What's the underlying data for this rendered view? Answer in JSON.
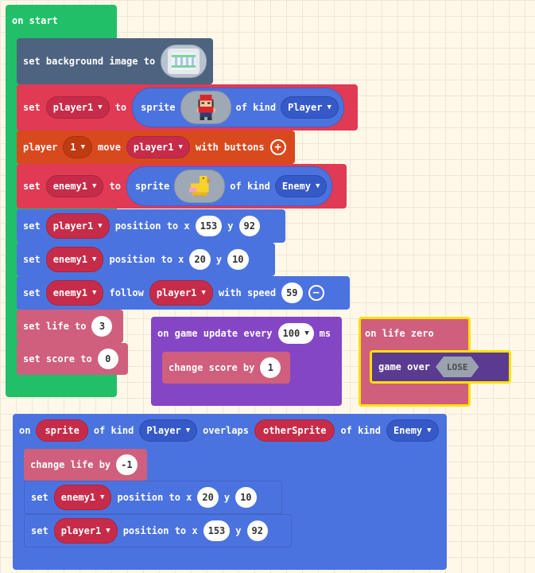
{
  "on_start": {
    "label": "on start",
    "bg_label": "set background image to",
    "bg_icon": "background-tile-icon",
    "set_player": {
      "set": "set",
      "var": "player1",
      "to": "to",
      "sprite": "sprite",
      "of_kind": "of kind",
      "kind": "Player",
      "sprite_icon": "red-cap-sprite-icon"
    },
    "move": {
      "player": "player",
      "num": "1",
      "move": "move",
      "var": "player1",
      "with_buttons": "with buttons"
    },
    "set_enemy": {
      "set": "set",
      "var": "enemy1",
      "to": "to",
      "sprite": "sprite",
      "of_kind": "of kind",
      "kind": "Enemy",
      "sprite_icon": "yellow-duck-sprite-icon"
    },
    "pos_player": {
      "set": "set",
      "var": "player1",
      "position_to": "position to x",
      "x": "153",
      "y_label": "y",
      "y": "92"
    },
    "pos_enemy": {
      "set": "set",
      "var": "enemy1",
      "position_to": "position to x",
      "x": "20",
      "y_label": "y",
      "y": "10"
    },
    "follow": {
      "set": "set",
      "var": "enemy1",
      "follow": "follow",
      "target": "player1",
      "with_speed": "with speed",
      "speed": "59"
    },
    "life": {
      "label": "set life to",
      "value": "3"
    },
    "score": {
      "label": "set score to",
      "value": "0"
    }
  },
  "game_update": {
    "label": "on game update every",
    "interval": "100",
    "unit": "ms",
    "change": "change score by",
    "value": "1"
  },
  "life_zero": {
    "label": "on life zero",
    "game_over": "game over",
    "result": "LOSE"
  },
  "overlap": {
    "on": "on",
    "sprite": "sprite",
    "of_kind": "of kind",
    "kind": "Player",
    "overlaps": "overlaps",
    "other": "otherSprite",
    "of_kind2": "of kind",
    "kind2": "Enemy",
    "change_life": "change life by",
    "change_value": "-1",
    "pos_enemy": {
      "set": "set",
      "var": "enemy1",
      "position_to": "position to x",
      "x": "20",
      "y_label": "y",
      "y": "10"
    },
    "pos_player": {
      "set": "set",
      "var": "player1",
      "position_to": "position to x",
      "x": "153",
      "y_label": "y",
      "y": "92"
    }
  },
  "colors": {
    "event_green": "#22bf69",
    "scene_slate": "#4d6380",
    "sprites_red": "#e03a55",
    "controller_orange": "#d9491e",
    "sprite_blue": "#4b73e0",
    "info_pink": "#cf5f7c",
    "game_purple": "#8446c5",
    "highlight_yellow": "#ffe100"
  }
}
